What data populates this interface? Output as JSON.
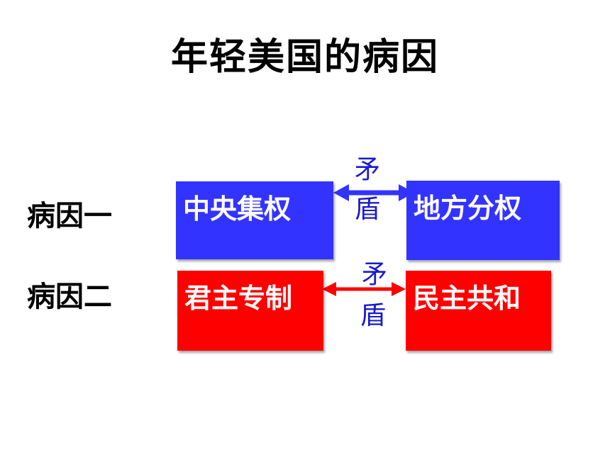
{
  "title": "年轻美国的病因",
  "rows": [
    {
      "label": "病因一",
      "left": "中央集权",
      "right": "地方分权",
      "relation": [
        "矛",
        "盾"
      ],
      "color": "#3333ff",
      "arrow_color": "#3333ff"
    },
    {
      "label": "病因二",
      "left": "君主专制",
      "right": "民主共和",
      "relation": [
        "矛",
        "盾"
      ],
      "color": "#ff0000",
      "arrow_color": "#ff0000"
    }
  ]
}
